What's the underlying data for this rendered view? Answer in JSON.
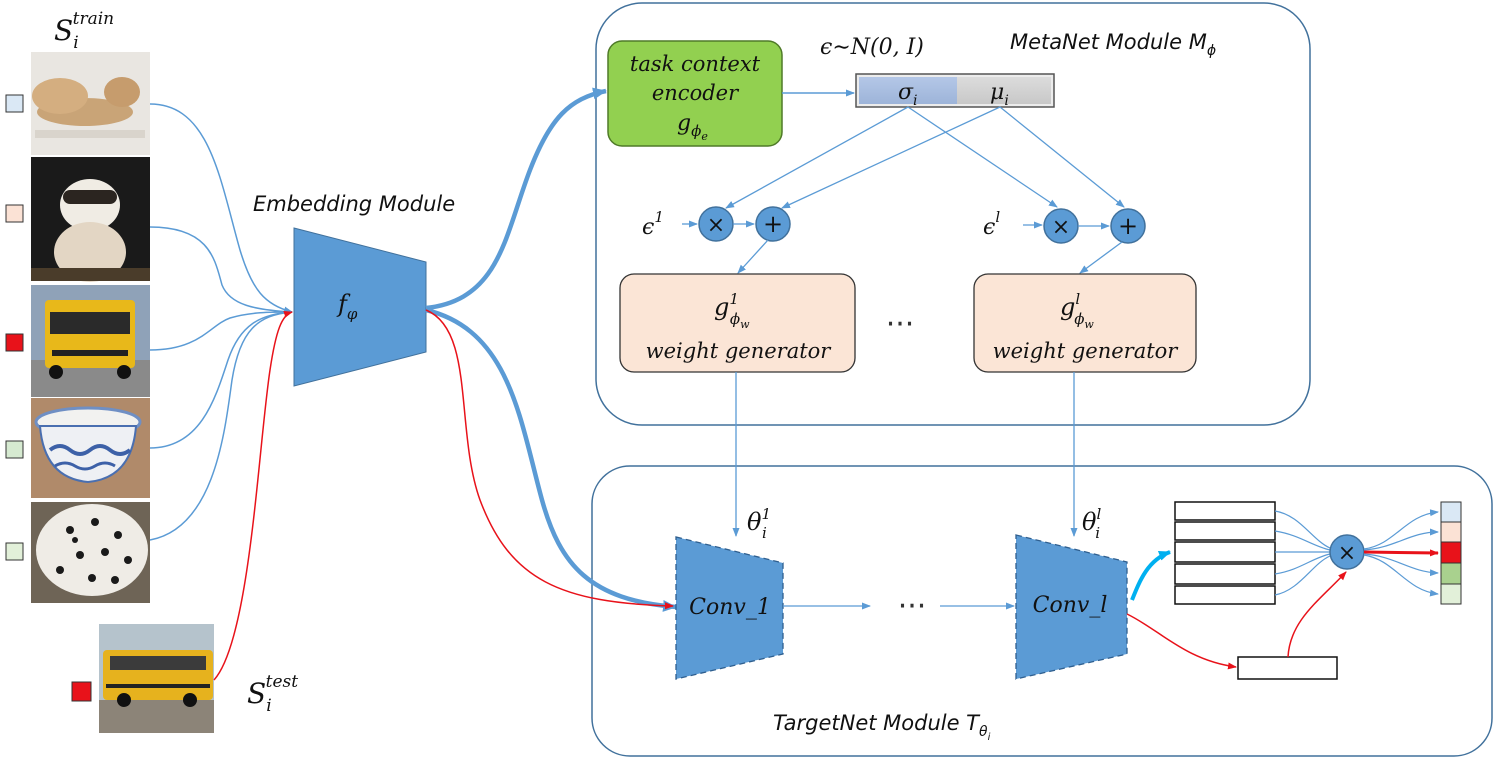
{
  "labels": {
    "s_train": "S",
    "s_train_sub": "i",
    "s_train_sup": "train",
    "s_test": "S",
    "s_test_sub": "i",
    "s_test_sup": "test",
    "embedding_module": "Embedding Module",
    "f_phi": "f",
    "f_phi_sub": "φ",
    "metanet_module": "MetaNet Module M",
    "metanet_sub": "ϕ",
    "targetnet_module": "TargetNet Module  T",
    "targetnet_sub": "θ",
    "targetnet_subsub": "i",
    "epsilon_dist": "ϵ∼N(0, I)",
    "sigma": "σ",
    "sigma_sub": "i",
    "mu": "μ",
    "mu_sub": "i",
    "task_encoder_line1": "task context",
    "task_encoder_line2": "encoder",
    "task_encoder_g": "g",
    "task_encoder_sub": "ϕ",
    "task_encoder_subsub": "e",
    "eps1": "ϵ",
    "eps1_sup": "1",
    "epsl": "ϵ",
    "epsl_sup": "l",
    "times": "×",
    "plus": "+",
    "wg1_g": "g",
    "wg1_sup": "1",
    "wg1_sub": "ϕ",
    "wg1_subsub": "w",
    "wg1_text": "weight generator",
    "wgl_g": "g",
    "wgl_sup": "l",
    "wgl_sub": "ϕ",
    "wgl_subsub": "w",
    "wgl_text": "weight generator",
    "ellipsis": "···",
    "theta1": "θ",
    "theta1_sup": "1",
    "theta1_sub": "i",
    "thetal": "θ",
    "thetal_sup": "l",
    "thetal_sub": "i",
    "conv1": "Conv_1",
    "convl": "Conv_l"
  },
  "colors": {
    "flow_blue": "#5b9bd5",
    "flow_red": "#e8121a",
    "module_blue": "#5b9bd5",
    "encoder_green": "#92d050",
    "generator_peach": "#fbe5d6",
    "module_border": "#41719c"
  },
  "images": {
    "train": [
      "lioness",
      "ferret",
      "school-bus",
      "porcelain-bowl",
      "cake"
    ],
    "test": "school-bus"
  },
  "class_colors": [
    "#dae8f5",
    "#fbe2d5",
    "#e8121a",
    "#d6ead1",
    "#e2f0d9"
  ],
  "test_class_color": "#e8121a",
  "output_colors": [
    "#dae8f5",
    "#fbe2d5",
    "#e8121a",
    "#a9d18e",
    "#e2f0d9"
  ]
}
